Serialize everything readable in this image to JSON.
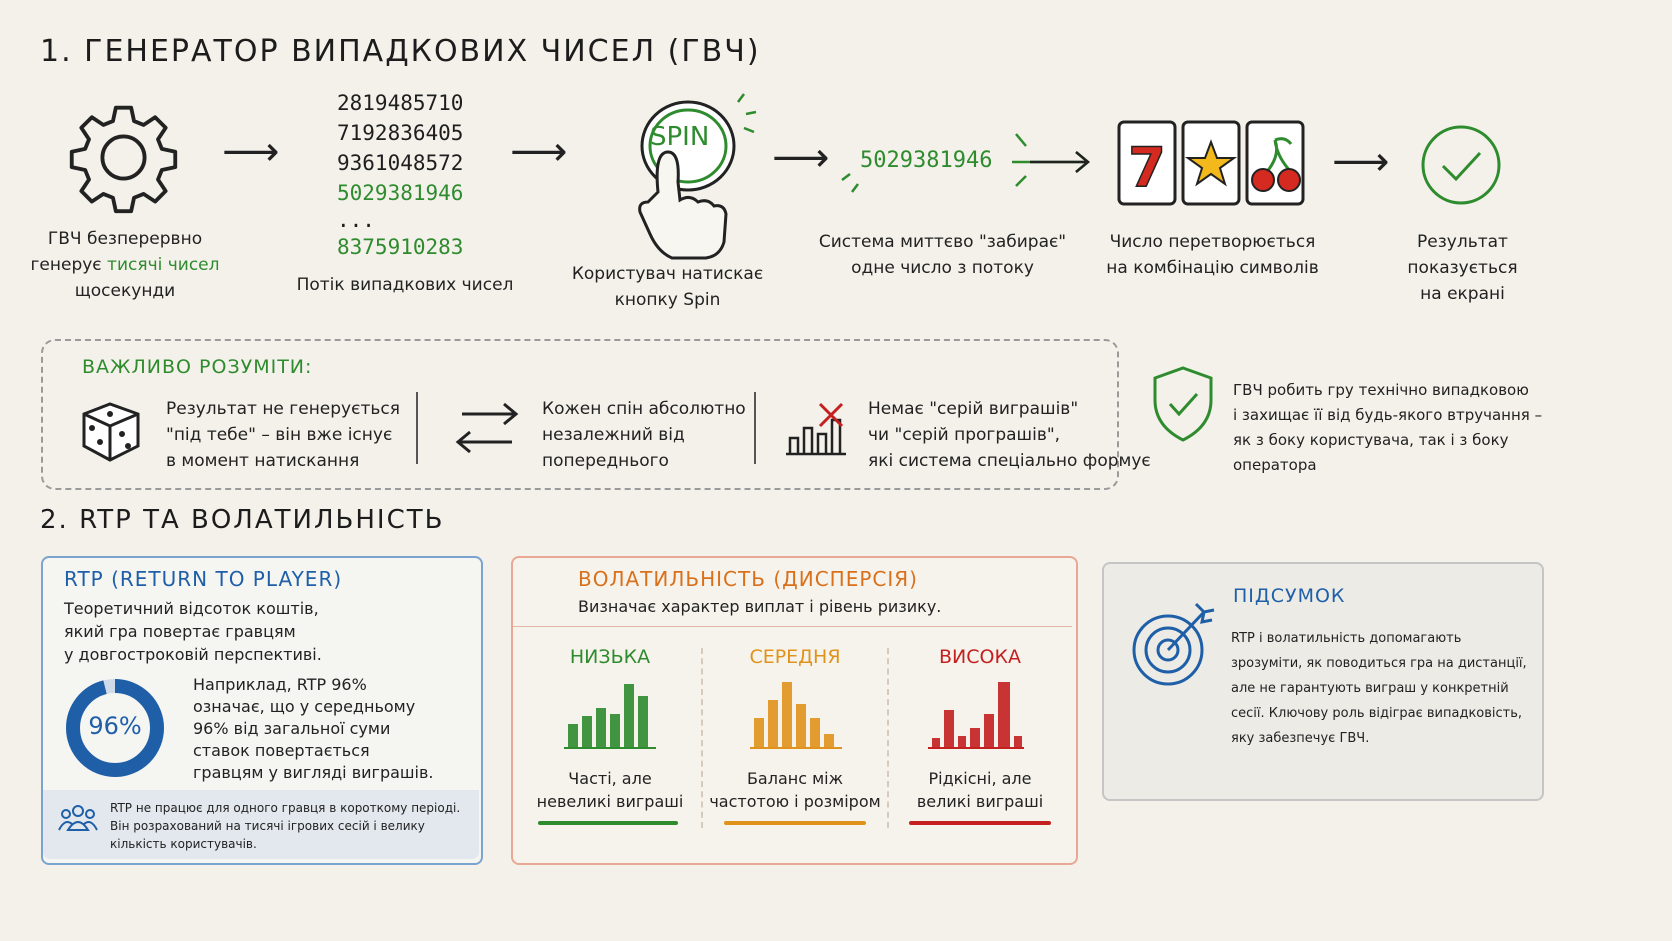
{
  "section1": {
    "title": "1. ГЕНЕРАТОР ВИПАДКОВИХ ЧИСЕЛ (ГВЧ)",
    "step1": {
      "line1": "ГВЧ безперервно",
      "line2a": "генерує ",
      "line2b": "тисячі чисел",
      "line3": "щосекунди"
    },
    "numbers": [
      "2819485710",
      "7192836405",
      "9361048572",
      "5029381946",
      "...",
      "8375910283"
    ],
    "step2_caption": "Потік випадкових чисел",
    "spin_label": "SPIN",
    "step3": {
      "line1": "Користувач натискає",
      "line2": "кнопку Spin"
    },
    "picked_number": "5029381946",
    "step4": {
      "line1": "Система миттєво \"забирає\"",
      "line2": "одне число з потоку"
    },
    "step5": {
      "line1": "Число перетворюється",
      "line2": "на комбінацію символів"
    },
    "step6": {
      "line1": "Результат",
      "line2": "показується",
      "line3": "на екрані"
    }
  },
  "important": {
    "title": "ВАЖЛИВО РОЗУМІТИ:",
    "item1": {
      "line1": "Результат не генерується",
      "line2": "\"під тебе\" – він вже існує",
      "line3": "в момент натискання"
    },
    "item2": {
      "line1": "Кожен спін абсолютно",
      "line2": "незалежний від",
      "line3": "попереднього"
    },
    "item3": {
      "line1": "Немає \"серій виграшів\"",
      "line2": "чи \"серій програшів\",",
      "line3": "які система спеціально формує"
    }
  },
  "shield_note": {
    "line1": "ГВЧ робить гру технічно випадковою",
    "line2": "і захищає її від будь-якого втручання –",
    "line3": "як з боку користувача, так і з боку",
    "line4": "оператора"
  },
  "section2": {
    "title": "2. RTP ТА ВОЛАТИЛЬНІСТЬ"
  },
  "rtp": {
    "title": "RTP (RETURN TO PLAYER)",
    "desc1": "Теоретичний відсоток коштів,",
    "desc2": "який гра повертає гравцям",
    "desc3": "у довгостроковій перспективі.",
    "percent_label": "96%",
    "percent_value": 0.96,
    "ex1": "Наприклад, RTP 96%",
    "ex2": "означає, що у середньому",
    "ex3": "96% від загальної суми",
    "ex4": "ставок повертається",
    "ex5": "гравцям у вигляді виграшів.",
    "note1": "RTP не працює для одного гравця в короткому періоді.",
    "note2": "Він розрахований на тисячі ігрових сесій і велику",
    "note3": "кількість користувачів."
  },
  "volatility": {
    "title": "ВОЛАТИЛЬНІСТЬ (ДИСПЕРСІЯ)",
    "subtitle": "Визначає характер виплат і рівень ризику.",
    "low": {
      "label": "НИЗЬКА",
      "line1": "Часті, але",
      "line2": "невеликі виграші",
      "color": "#2e8b2e"
    },
    "mid": {
      "label": "СЕРЕДНЯ",
      "line1": "Баланс між",
      "line2": "частотою і розміром",
      "color": "#e0931c"
    },
    "high": {
      "label": "ВИСОКА",
      "line1": "Рідкісні, але",
      "line2": "великі виграші",
      "color": "#c42020"
    }
  },
  "summary": {
    "title": "ПІДСУМОК",
    "line1": "RTP і волатильність допомагають",
    "line2": "зрозуміти, як поводиться гра на дистанції,",
    "line3": "але не гарантують виграш у конкретній",
    "line4": "сесії. Ключову роль відіграє випадковість,",
    "line5": "яку забезпечує ГВЧ."
  },
  "colors": {
    "green": "#2e8b2e",
    "blue": "#1f5fa8",
    "orange": "#e0931c",
    "red": "#c42020"
  }
}
